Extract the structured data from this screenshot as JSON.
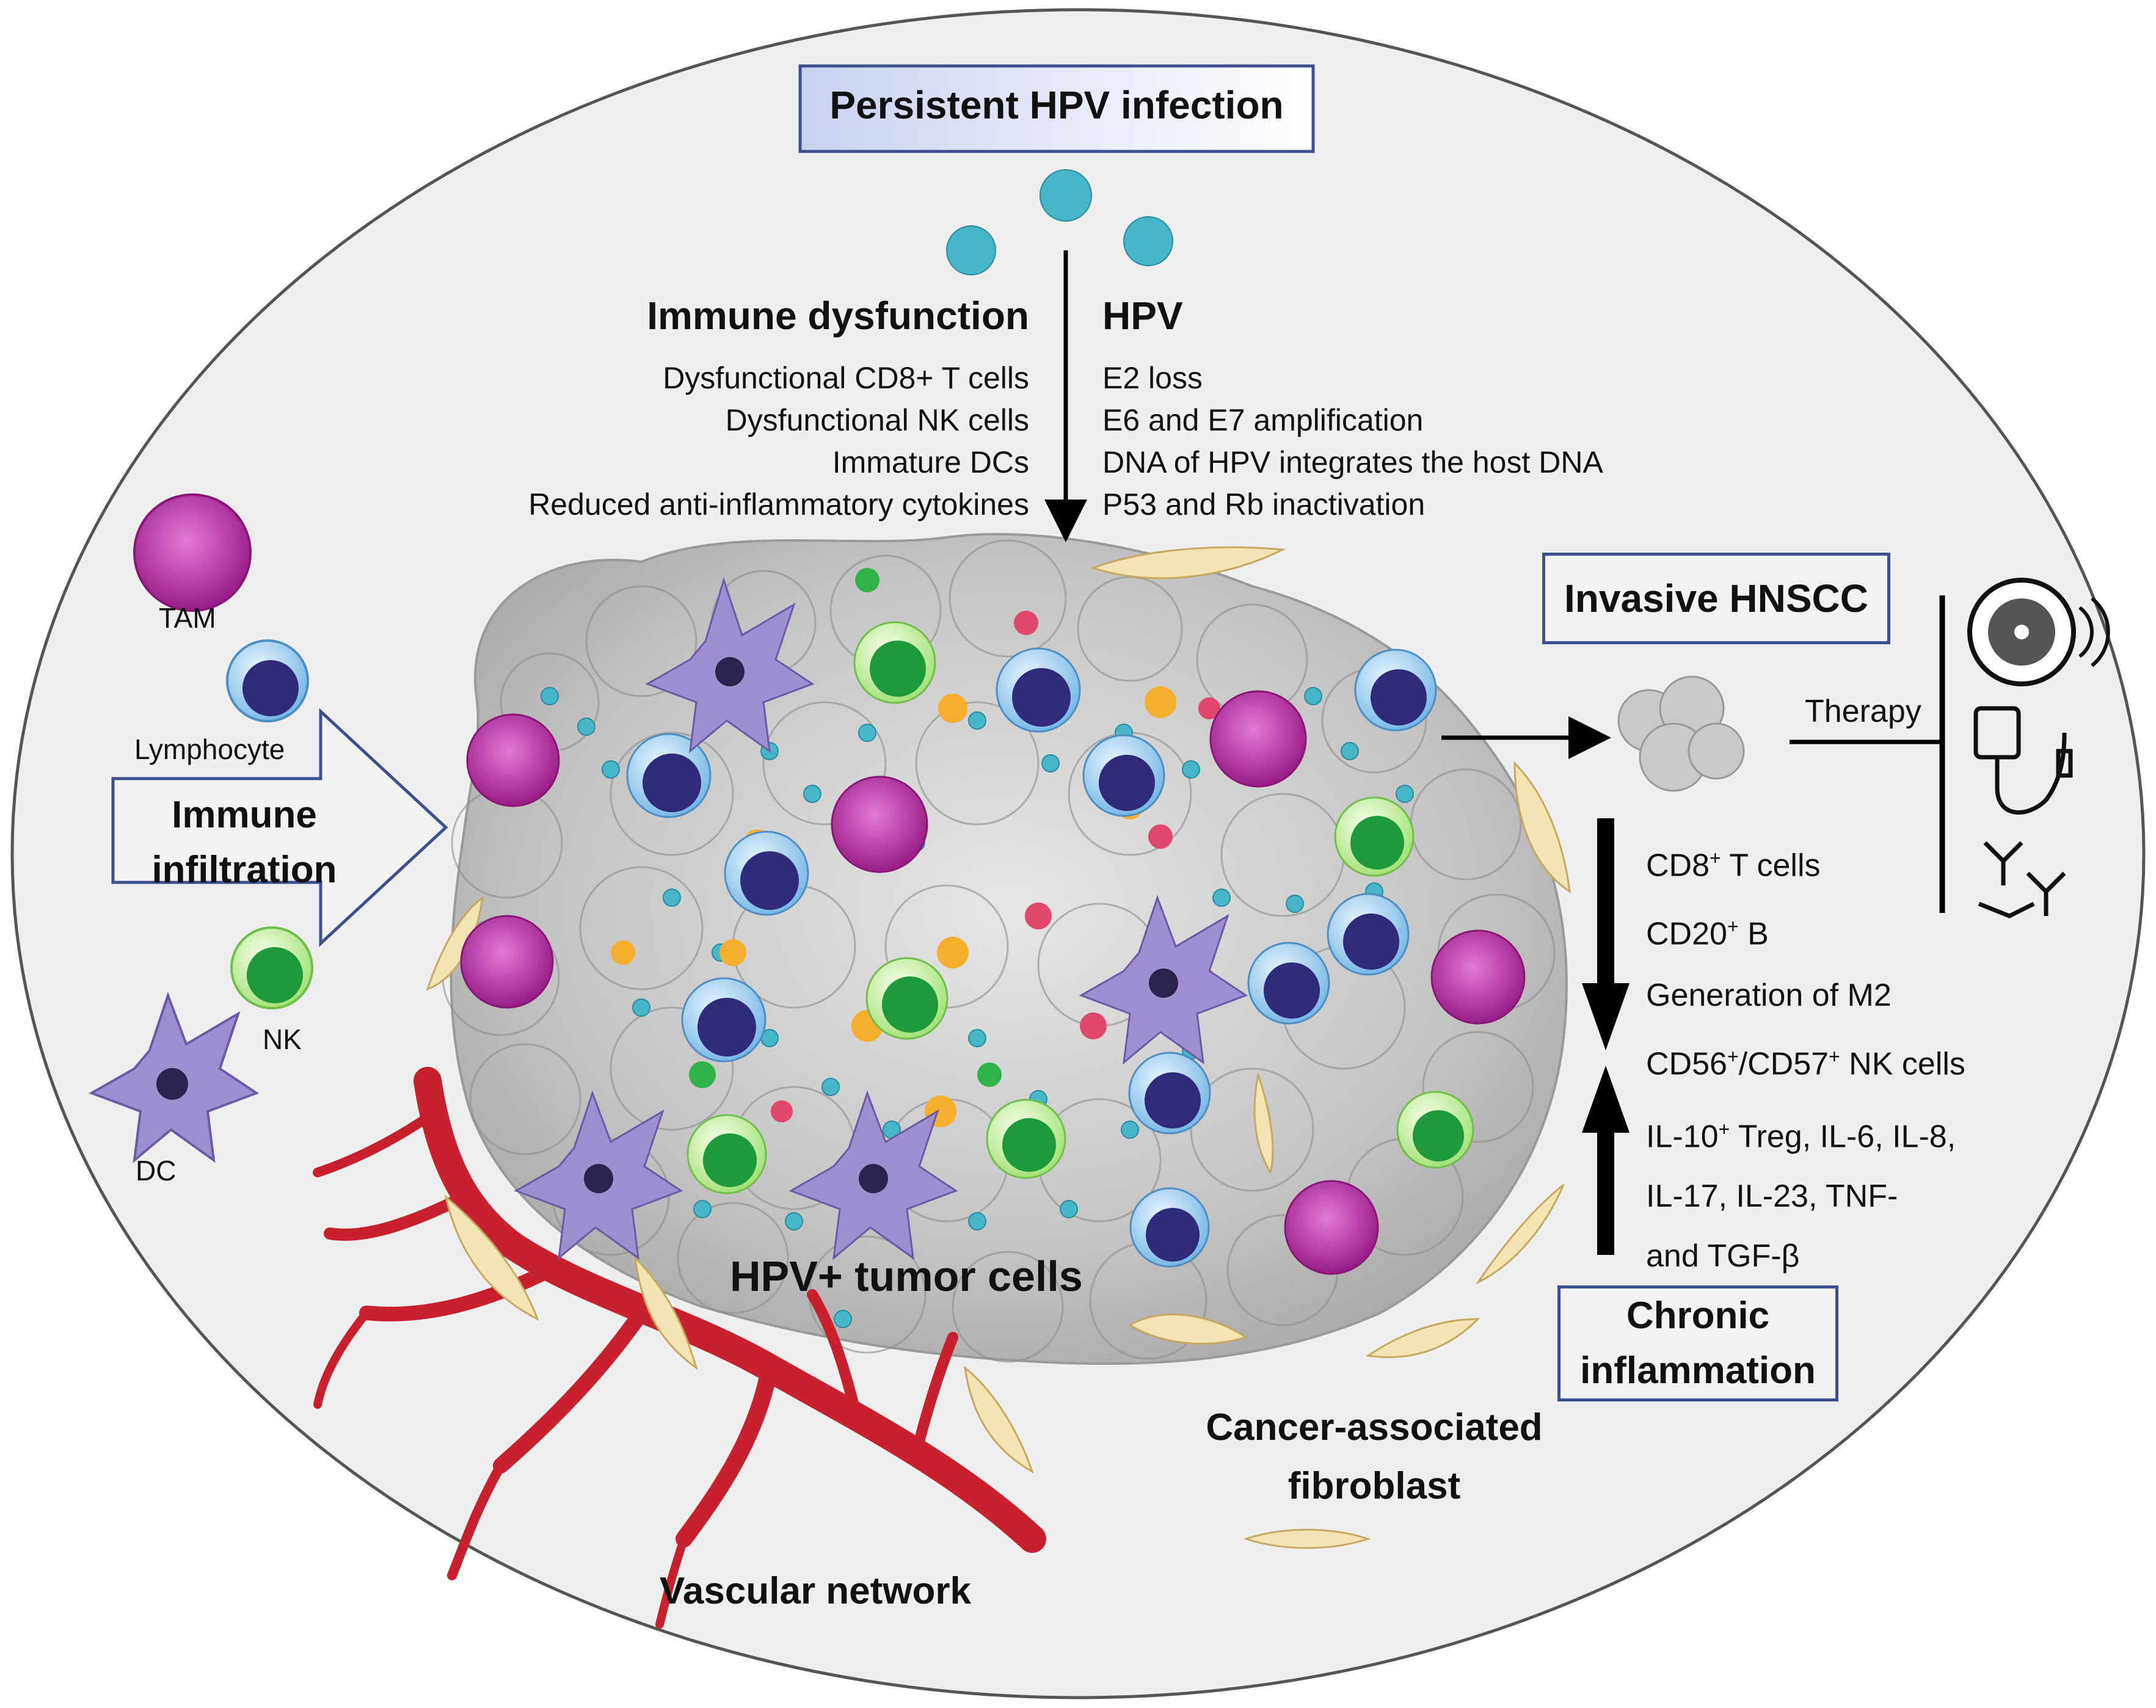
{
  "title_box": "Persistent HPV infection",
  "immune_dysfunction": {
    "heading": "Immune dysfunction",
    "items": [
      "Dysfunctional CD8+ T cells",
      "Dysfunctional NK cells",
      "Immature DCs",
      "Reduced anti-inflammatory cytokines"
    ]
  },
  "hpv": {
    "heading": "HPV",
    "items": [
      "E2 loss",
      "E6 and E7 amplification",
      "DNA of HPV integrates the host DNA",
      "P53 and Rb inactivation"
    ]
  },
  "legend_cells": {
    "tam": "TAM",
    "lymphocyte": "Lymphocyte",
    "nk": "NK",
    "dc": "DC"
  },
  "infiltration_arrow": "Immune infiltration",
  "invasive_box": "Invasive HNSCC",
  "therapy_label": "Therapy",
  "down_list": {
    "items": [
      "CD8",
      "CD20",
      "Generation of M2",
      "CD56",
      "CD57"
    ]
  },
  "down_lines": {
    "l1_a": "CD8",
    "l1_sup": "+",
    "l1_b": " T cells",
    "l2_a": "CD20",
    "l2_sup": "+",
    "l2_b": " B",
    "l3": "Generation of M2",
    "l4_a": "CD56",
    "l4_sup1": "+",
    "l4_b": "/CD57",
    "l4_sup2": "+",
    "l4_c": " NK cells"
  },
  "up_lines": {
    "l1_a": "IL-10",
    "l1_sup": "+",
    "l1_b": " Treg, IL-6, IL-8,",
    "l2": "IL-17, IL-23, TNF-",
    "l3": "and TGF-β"
  },
  "chronic_box": "Chronic inflammation",
  "tumor_label": "HPV+ tumor cells",
  "caf_label": "Cancer-associated fibroblast",
  "vascular_label": "Vascular network",
  "colors": {
    "box_border": "#3d4f8f",
    "tam": "#b0239b",
    "lymphocyte_core": "#2f2a7a",
    "nk_core": "#1e9a3a",
    "dc": "#9f8fd0",
    "vessel": "#c8202c",
    "fibroblast": "#f3e4b4",
    "virus": "#48b6c9"
  }
}
